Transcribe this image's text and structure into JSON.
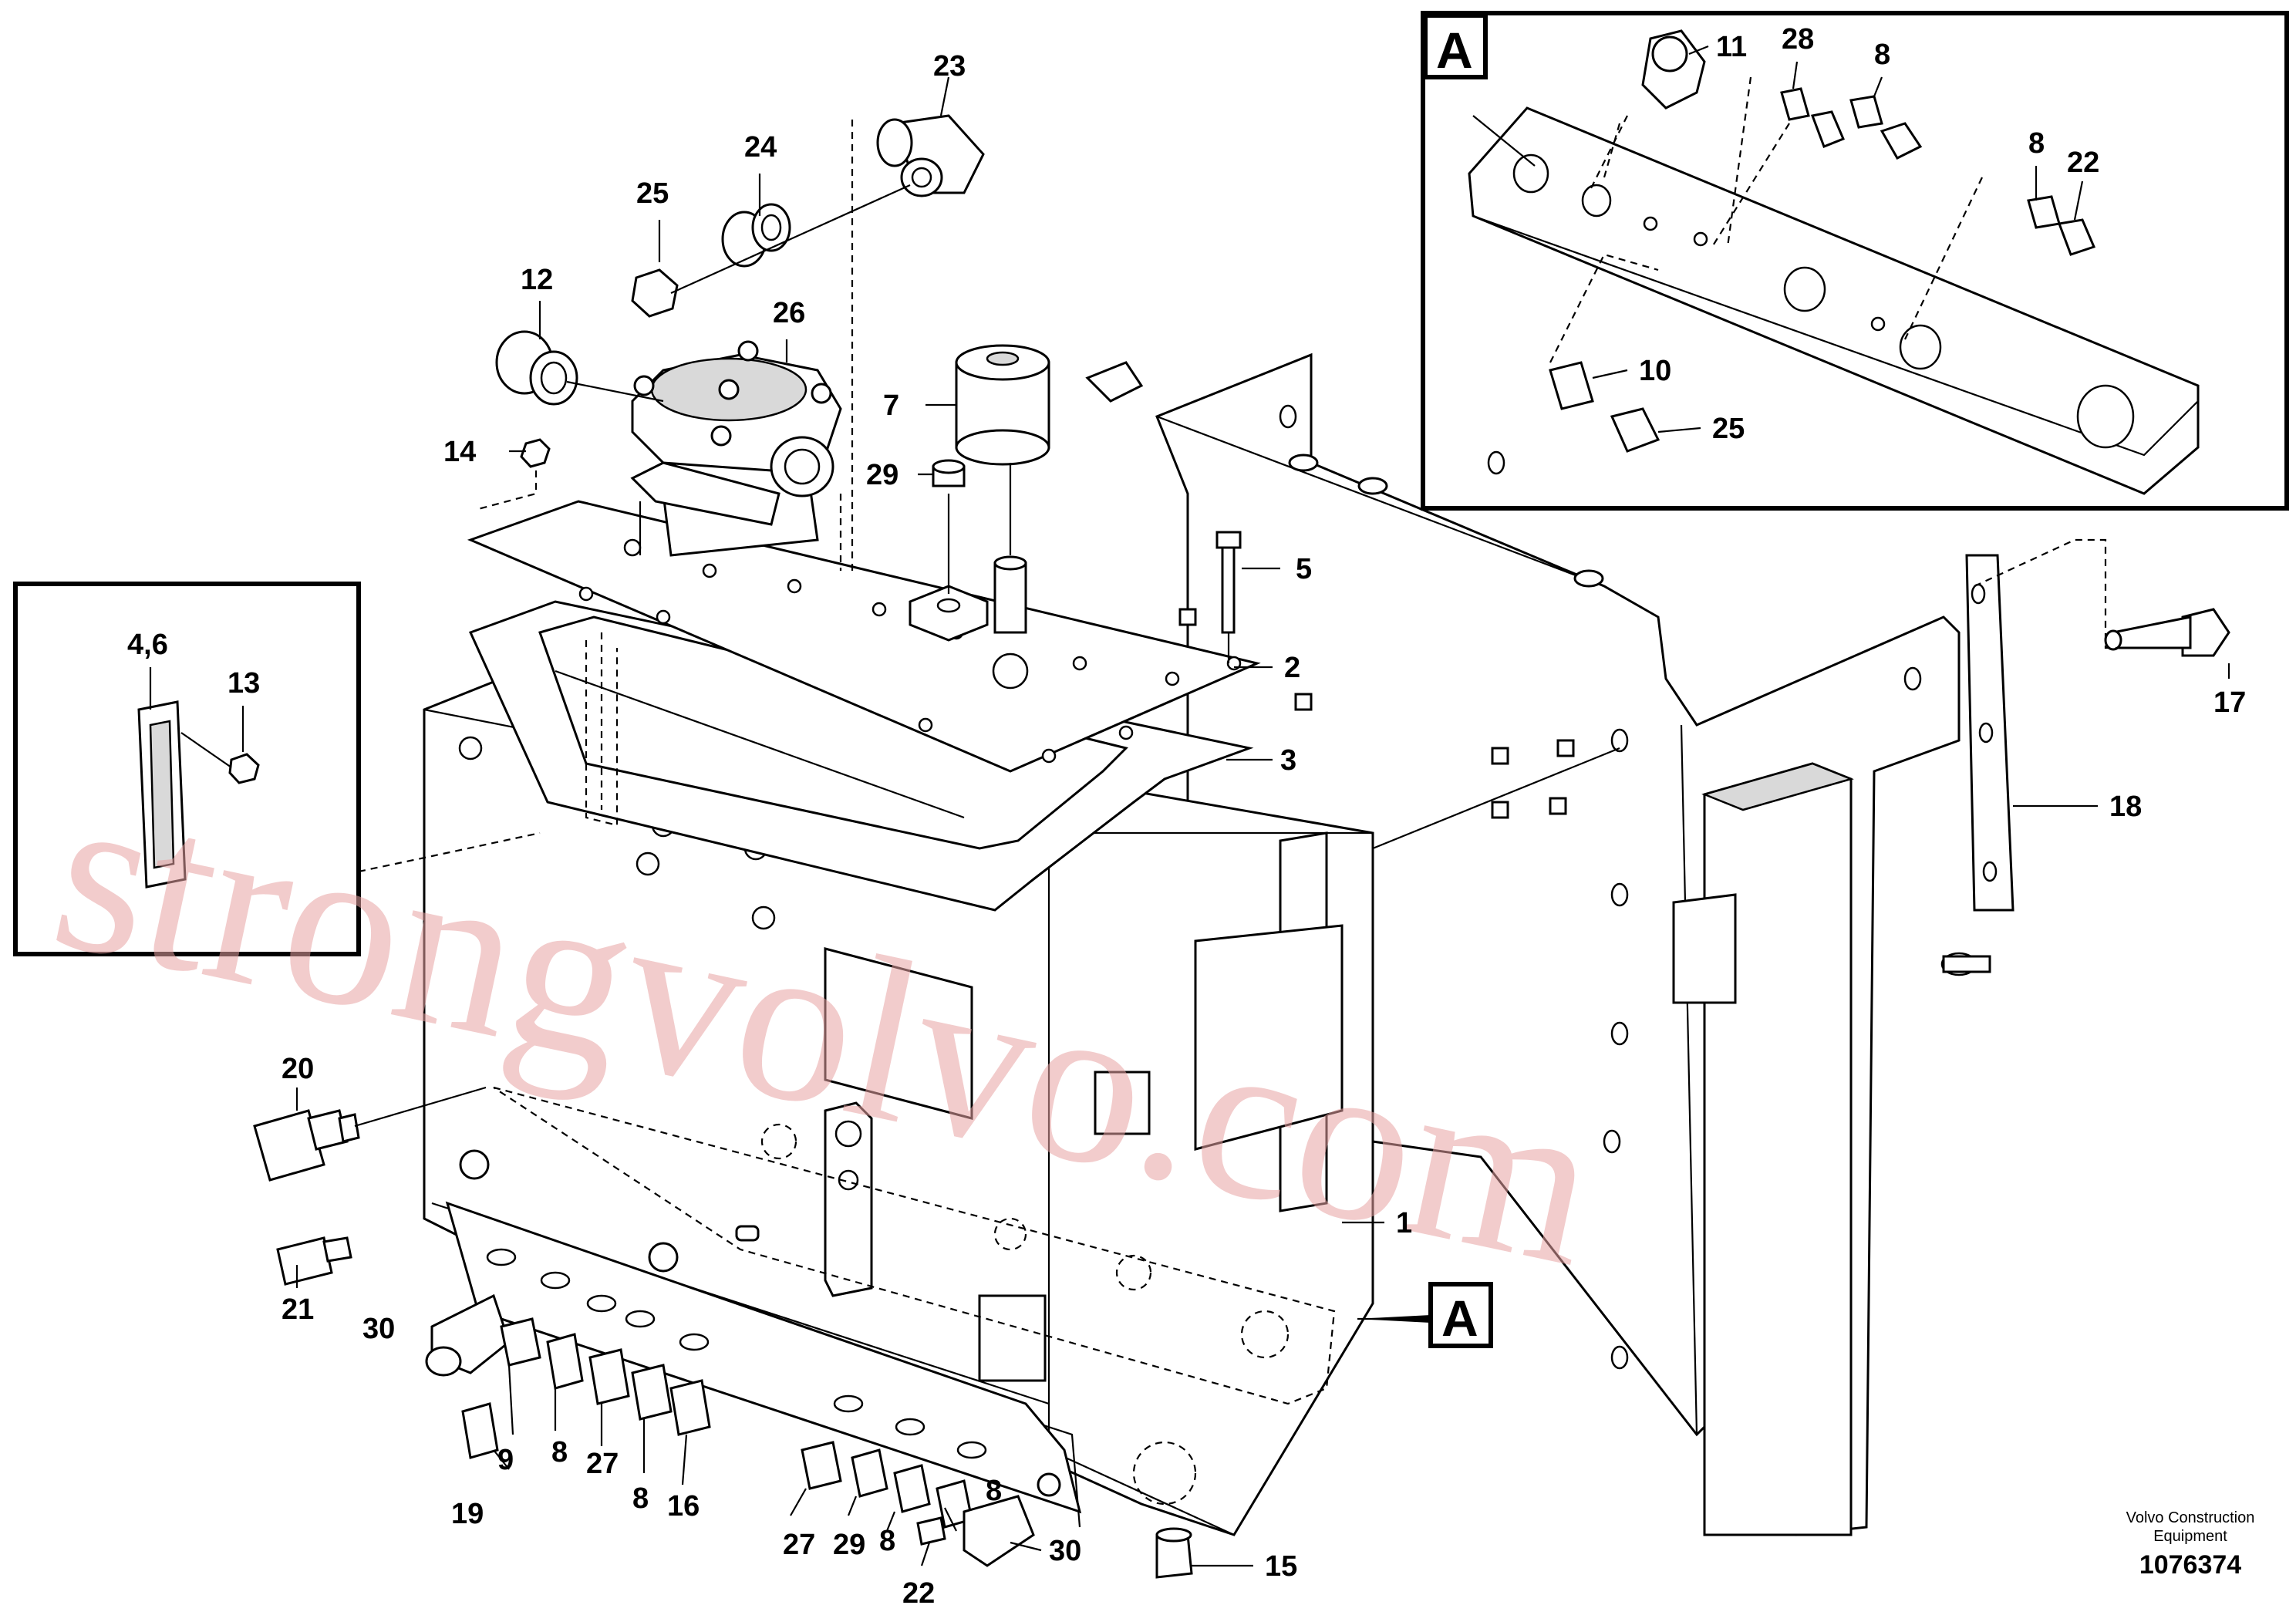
{
  "callouts": {
    "c1": "1",
    "c2": "2",
    "c3": "3",
    "c4_6": "4,6",
    "c5": "5",
    "c7": "7",
    "c8a": "8",
    "c8b": "8",
    "c8c": "8",
    "c8d": "8",
    "c8e": "8",
    "c8f": "8",
    "c9": "9",
    "c10": "10",
    "c11": "11",
    "c12": "12",
    "c13": "13",
    "c14": "14",
    "c15": "15",
    "c16": "16",
    "c17": "17",
    "c18": "18",
    "c19": "19",
    "c20": "20",
    "c21": "21",
    "c22a": "22",
    "c22b": "22",
    "c23": "23",
    "c24": "24",
    "c25a": "25",
    "c25b": "25",
    "c26": "26",
    "c27a": "27",
    "c27b": "27",
    "c28": "28",
    "c29a": "29",
    "c29b": "29",
    "c30a": "30",
    "c30b": "30"
  },
  "detail_view_label": "A",
  "section_marker_label": "A",
  "watermark": "strongvolvo.com",
  "footer": {
    "company_line1": "Volvo Construction",
    "company_line2": "Equipment",
    "drawing_number": "1076374"
  }
}
